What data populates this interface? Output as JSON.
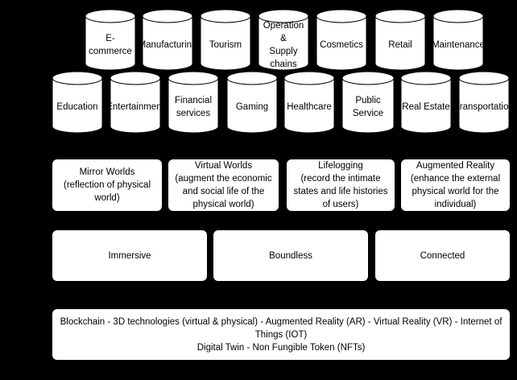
{
  "sectors_top": [
    "E-commerce",
    "Manufacturing",
    "Tourism",
    "Operation &\nSupply chains",
    "Cosmetics",
    "Retail",
    "Maintenance"
  ],
  "sectors_bottom": [
    "Education",
    "Entertainment",
    "Financial\nservices",
    "Gaming",
    "Healthcare",
    "Public Service",
    "Real Estate",
    "Transportation"
  ],
  "worlds": [
    {
      "title": "Mirror Worlds",
      "desc": "(reflection of physical world)"
    },
    {
      "title": "Virtual Worlds",
      "desc": "(augment the economic and social life of the physical world)"
    },
    {
      "title": "Lifelogging",
      "desc": "(record the intimate states and life histories of users)"
    },
    {
      "title": "Augmented Reality",
      "desc": "(enhance the external physical world for the individual)"
    }
  ],
  "characteristics": [
    "Immersive",
    "Boundless",
    "Connected"
  ],
  "technologies": {
    "line1": "Blockchain - 3D technologies (virtual & physical) - Augmented Reality (AR) - Virtual Reality (VR) - Internet of Things (IOT)",
    "line2": "Digital Twin - Non Fungible Token (NFTs)"
  },
  "colors": {
    "background": "#000000",
    "fill": "#ffffff",
    "stroke": "#000000"
  }
}
